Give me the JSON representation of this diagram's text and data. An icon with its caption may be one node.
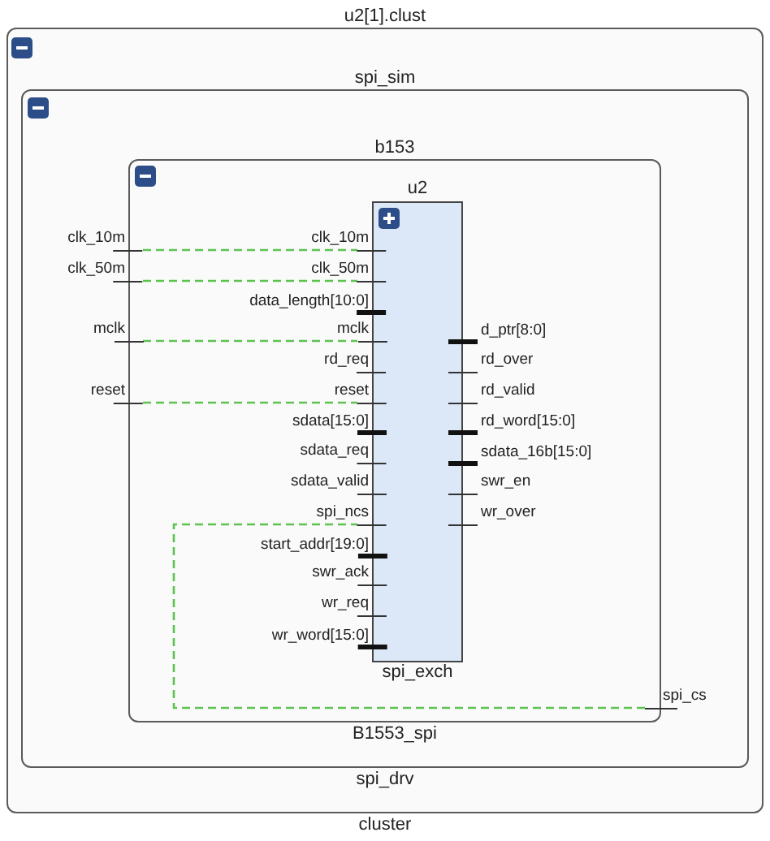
{
  "diagram": {
    "nodes": [
      {
        "text": [
          "u2[1].clust",
          "cluster"
        ]
      },
      {
        "text": [
          "spi_sim",
          "spi_drv"
        ],
        "in": 0
      },
      {
        "text": [
          "b153",
          "B1553_spi"
        ],
        "in": 1
      },
      {
        "text": [
          "u2",
          "spi_exch"
        ],
        "in": 2
      },
      {
        "text": [
          "clk_10m"
        ],
        "in": 1
      },
      {
        "text": [
          "clk_50m"
        ],
        "in": 1
      },
      {
        "text": [
          "mclk"
        ],
        "in": 1
      },
      {
        "text": [
          "reset"
        ],
        "in": 1
      },
      {
        "text": [
          "clk_10m"
        ],
        "in": 2
      },
      {
        "text": [
          "clk_50m"
        ],
        "in": 2
      },
      {
        "text": [
          "data_length[10:0]"
        ],
        "in": 2
      },
      {
        "text": [
          "mclk"
        ],
        "in": 2
      },
      {
        "text": [
          "rd_req"
        ],
        "in": 2
      },
      {
        "text": [
          "reset"
        ],
        "in": 2
      },
      {
        "text": [
          "sdata[15:0]"
        ],
        "in": 2
      },
      {
        "text": [
          "sdata_req"
        ],
        "in": 2
      },
      {
        "text": [
          "sdata_valid"
        ],
        "in": 2
      },
      {
        "text": [
          "spi_ncs"
        ],
        "in": 2
      },
      {
        "text": [
          "start_addr[19:0]"
        ],
        "in": 2
      },
      {
        "text": [
          "swr_ack"
        ],
        "in": 2
      },
      {
        "text": [
          "wr_req"
        ],
        "in": 2
      },
      {
        "text": [
          "wr_word[15:0]"
        ],
        "in": 2
      },
      {
        "text": [
          "d_ptr[8:0]"
        ],
        "in": 2
      },
      {
        "text": [
          "rd_over"
        ],
        "in": 2
      },
      {
        "text": [
          "rd_valid"
        ],
        "in": 2
      },
      {
        "text": [
          "rd_word[15:0]"
        ],
        "in": 2
      },
      {
        "text": [
          "sdata_16b[15:0]"
        ],
        "in": 2
      },
      {
        "text": [
          "swr_en"
        ],
        "in": 2
      },
      {
        "text": [
          "wr_over"
        ],
        "in": 2
      },
      {
        "text": [
          "spi_cs"
        ],
        "in": 1
      }
    ],
    "edges": [
      {
        "from": 4,
        "to": 8,
        "arrow": "none",
        "style": "dashed",
        "color": "#5dc34f"
      },
      {
        "from": 5,
        "to": 9,
        "arrow": "none",
        "style": "dashed",
        "color": "#5dc34f"
      },
      {
        "from": 6,
        "to": 11,
        "arrow": "none",
        "style": "dashed",
        "color": "#5dc34f"
      },
      {
        "from": 7,
        "to": 13,
        "arrow": "none",
        "style": "dashed",
        "color": "#5dc34f"
      },
      {
        "from": 29,
        "to": 17,
        "arrow": "none",
        "style": "dashed",
        "color": "#5dc34f"
      }
    ]
  }
}
